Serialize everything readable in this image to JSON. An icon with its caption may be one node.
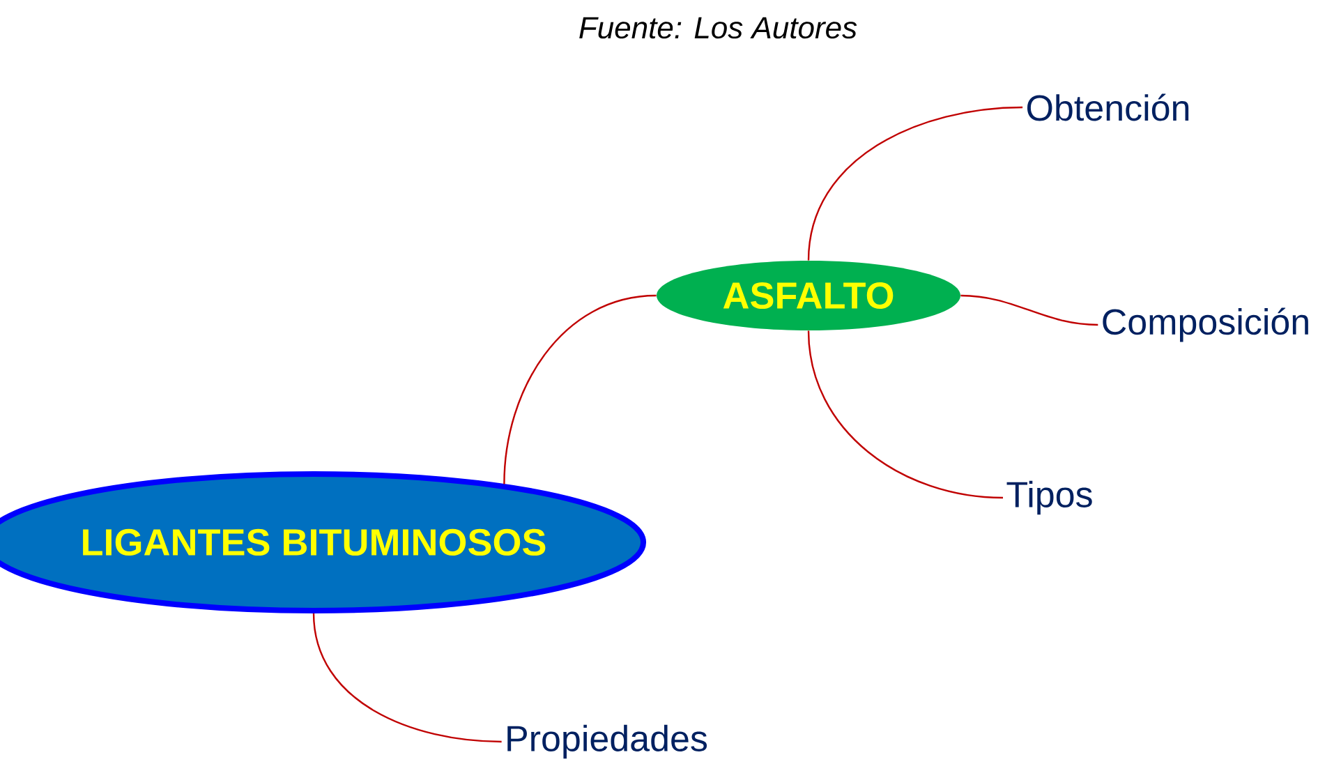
{
  "diagram": {
    "caption": "Fuente: Los  Autores",
    "nodes": [
      {
        "text": [
          "LIGANTES BITUMINOSOS"
        ]
      },
      {
        "text": [
          "ASFALTO"
        ]
      },
      {
        "text": [
          "Obtención"
        ]
      },
      {
        "text": [
          "Composición"
        ]
      },
      {
        "text": [
          "Tipos"
        ]
      },
      {
        "text": [
          "Propiedades"
        ]
      }
    ],
    "edges": [
      {
        "from": 0,
        "to": 1,
        "arrow": "none"
      },
      {
        "from": 1,
        "to": 2,
        "arrow": "none"
      },
      {
        "from": 1,
        "to": 3,
        "arrow": "none"
      },
      {
        "from": 1,
        "to": 4,
        "arrow": "none"
      },
      {
        "from": 0,
        "to": 5,
        "arrow": "none"
      }
    ]
  }
}
